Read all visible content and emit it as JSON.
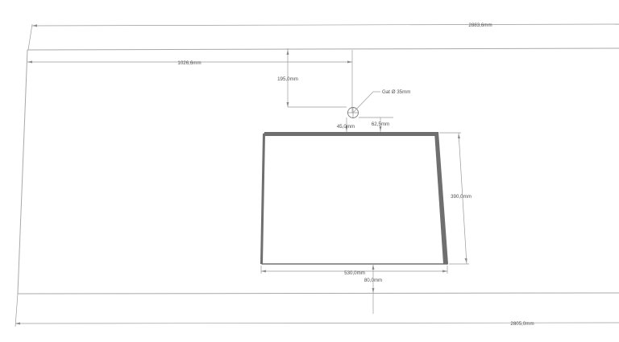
{
  "drawing": {
    "total_width_top": "2883,6mm",
    "offset_left": "1026,6mm",
    "hole_vertical_offset": "195,0mm",
    "hole_label": "Gat Ø 35mm",
    "hole_gap_left": "45,0mm",
    "hole_gap_right": "62,5mm",
    "cutout_height": "390,0mm",
    "cutout_width": "530,0mm",
    "bottom_offset": "80,0mm",
    "total_width_bottom": "2805,0mm"
  },
  "colors": {
    "lines": "#a8a8a8",
    "cutout_edge": "#6f6f6f",
    "text": "#505050"
  }
}
